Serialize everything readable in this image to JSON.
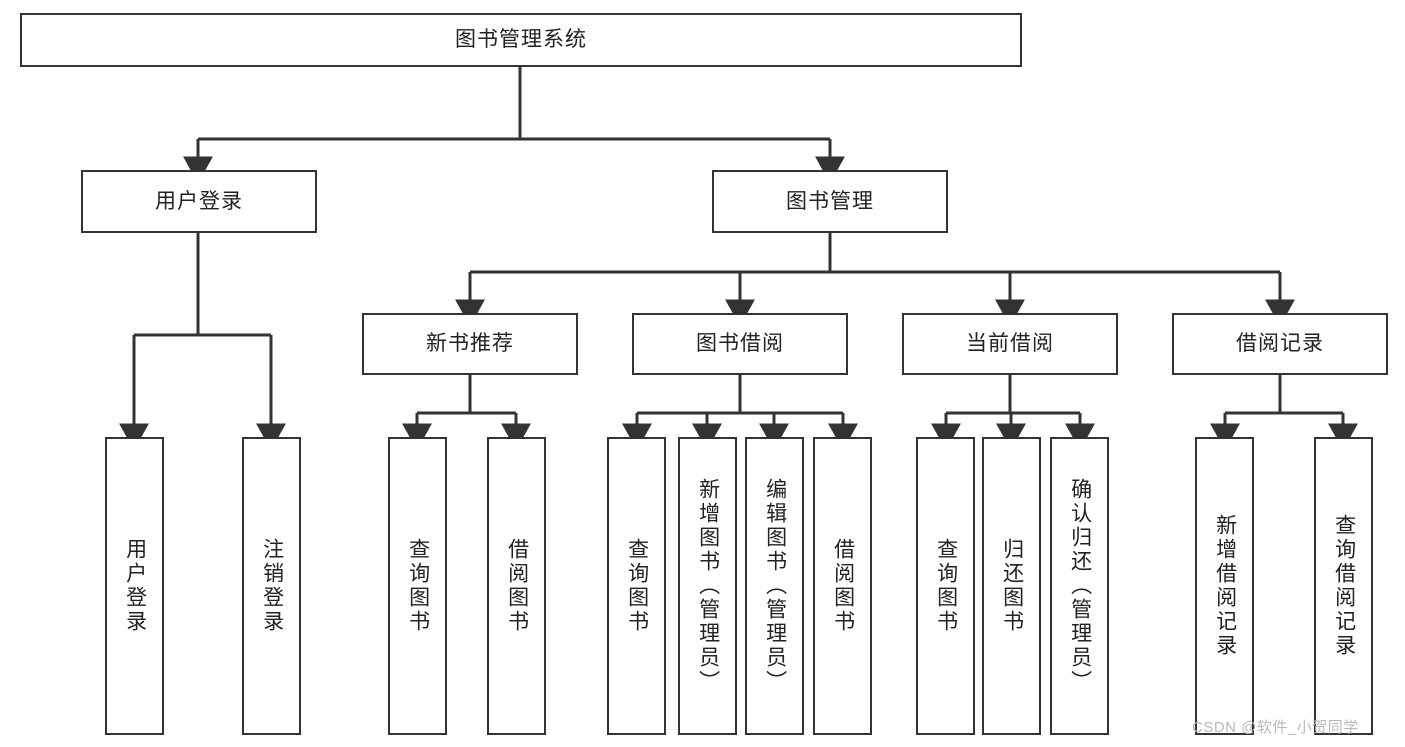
{
  "diagram": {
    "title": "图书管理系统",
    "type": "tree",
    "orientation": "top-down",
    "edge_color": "#333333",
    "node_border_color": "#333333",
    "node_fill_color": "#ffffff",
    "text_color": "#222222"
  },
  "nodes": {
    "root": {
      "label": "图书管理系统",
      "level": 1
    },
    "l2": [
      {
        "label": "用户登录",
        "level": 2
      },
      {
        "label": "图书管理",
        "level": 2
      }
    ],
    "l3": [
      {
        "label": "新书推荐",
        "level": 3
      },
      {
        "label": "图书借阅",
        "level": 3
      },
      {
        "label": "当前借阅",
        "level": 3
      },
      {
        "label": "借阅记录",
        "level": 3
      }
    ],
    "leaves": {
      "user_login": [
        {
          "label": "用户登录"
        },
        {
          "label": "注销登录"
        }
      ],
      "new_book_recommend": [
        {
          "label": "查询图书"
        },
        {
          "label": "借阅图书"
        }
      ],
      "book_borrow": [
        {
          "label": "查询图书"
        },
        {
          "label": "新增图书（管理员）"
        },
        {
          "label": "编辑图书（管理员）"
        },
        {
          "label": "借阅图书"
        }
      ],
      "current_borrow": [
        {
          "label": "查询图书"
        },
        {
          "label": "归还图书"
        },
        {
          "label": "确认归还（管理员）"
        }
      ],
      "borrow_record": [
        {
          "label": "新增借阅记录"
        },
        {
          "label": "查询借阅记录"
        }
      ]
    }
  },
  "watermark": {
    "text": "CSDN @软件_小贺同学"
  }
}
